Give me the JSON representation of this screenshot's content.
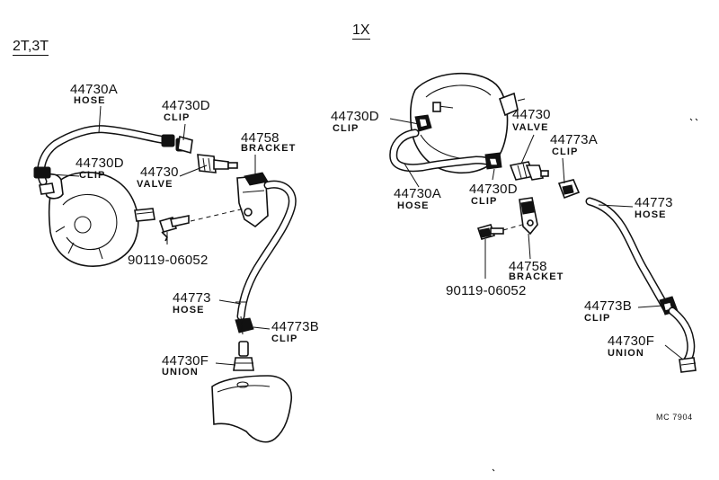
{
  "sections": {
    "left": "2T,3T",
    "right": "1X"
  },
  "left_labels": {
    "hose_a_num": "44730A",
    "hose_a_name": "HOSE",
    "clip_d_top_num": "44730D",
    "clip_d_top_name": "CLIP",
    "clip_d_mid_num": "44730D",
    "clip_d_mid_name": "CLIP",
    "valve_num": "44730",
    "valve_name": "VALVE",
    "bracket_num": "44758",
    "bracket_name": "BRACKET",
    "bolt_num": "90119-06052",
    "hose_num": "44773",
    "hose_name": "HOSE",
    "clip_b_num": "44773B",
    "clip_b_name": "CLIP",
    "union_num": "44730F",
    "union_name": "UNION"
  },
  "right_labels": {
    "clip_d_top_num": "44730D",
    "clip_d_top_name": "CLIP",
    "valve_num": "44730",
    "valve_name": "VALVE",
    "clip_a_num": "44773A",
    "clip_a_name": "CLIP",
    "hose_a_num": "44730A",
    "hose_a_name": "HOSE",
    "clip_d_mid_num": "44730D",
    "clip_d_mid_name": "CLIP",
    "hose_num": "44773",
    "hose_name": "HOSE",
    "bracket_num": "44758",
    "bracket_name": "BRACKET",
    "bolt_num": "90119-06052",
    "clip_b_num": "44773B",
    "clip_b_name": "CLIP",
    "union_num": "44730F",
    "union_name": "UNION"
  },
  "footer": {
    "code": "MC 7904"
  }
}
